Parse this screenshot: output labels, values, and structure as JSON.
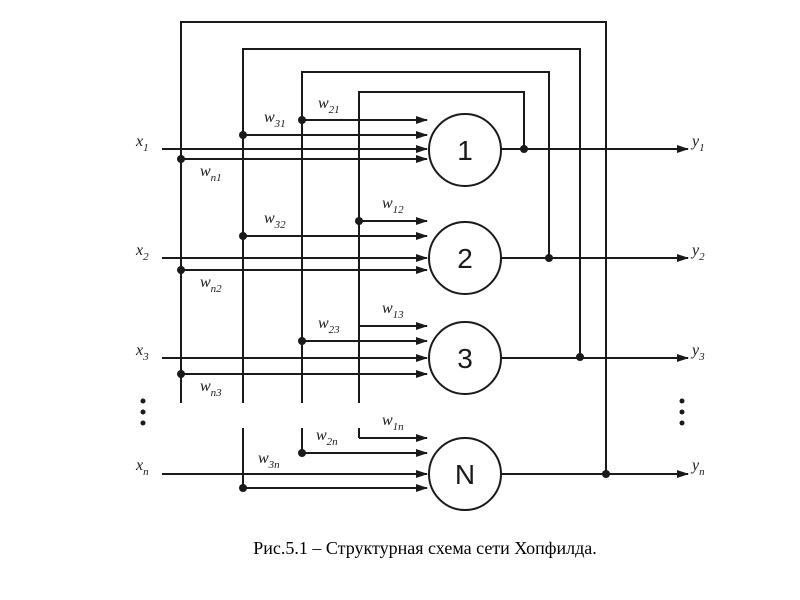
{
  "caption": "Рис.5.1 – Структурная схема сети Хопфилда.",
  "nodes": [
    {
      "id": "1",
      "label": "1"
    },
    {
      "id": "2",
      "label": "2"
    },
    {
      "id": "3",
      "label": "3"
    },
    {
      "id": "N",
      "label": "N"
    }
  ],
  "inputs": [
    {
      "base": "x",
      "sub": "1"
    },
    {
      "base": "x",
      "sub": "2"
    },
    {
      "base": "x",
      "sub": "3"
    },
    {
      "base": "x",
      "sub": "n"
    }
  ],
  "outputs": [
    {
      "base": "y",
      "sub": "1"
    },
    {
      "base": "y",
      "sub": "2"
    },
    {
      "base": "y",
      "sub": "3"
    },
    {
      "base": "y",
      "sub": "n"
    }
  ],
  "weights": [
    {
      "base": "w",
      "sub": "21"
    },
    {
      "base": "w",
      "sub": "31"
    },
    {
      "base": "w",
      "sub": "n1"
    },
    {
      "base": "w",
      "sub": "12"
    },
    {
      "base": "w",
      "sub": "32"
    },
    {
      "base": "w",
      "sub": "n2"
    },
    {
      "base": "w",
      "sub": "13"
    },
    {
      "base": "w",
      "sub": "23"
    },
    {
      "base": "w",
      "sub": "n3"
    },
    {
      "base": "w",
      "sub": "1n"
    },
    {
      "base": "w",
      "sub": "2n"
    },
    {
      "base": "w",
      "sub": "3n"
    }
  ]
}
